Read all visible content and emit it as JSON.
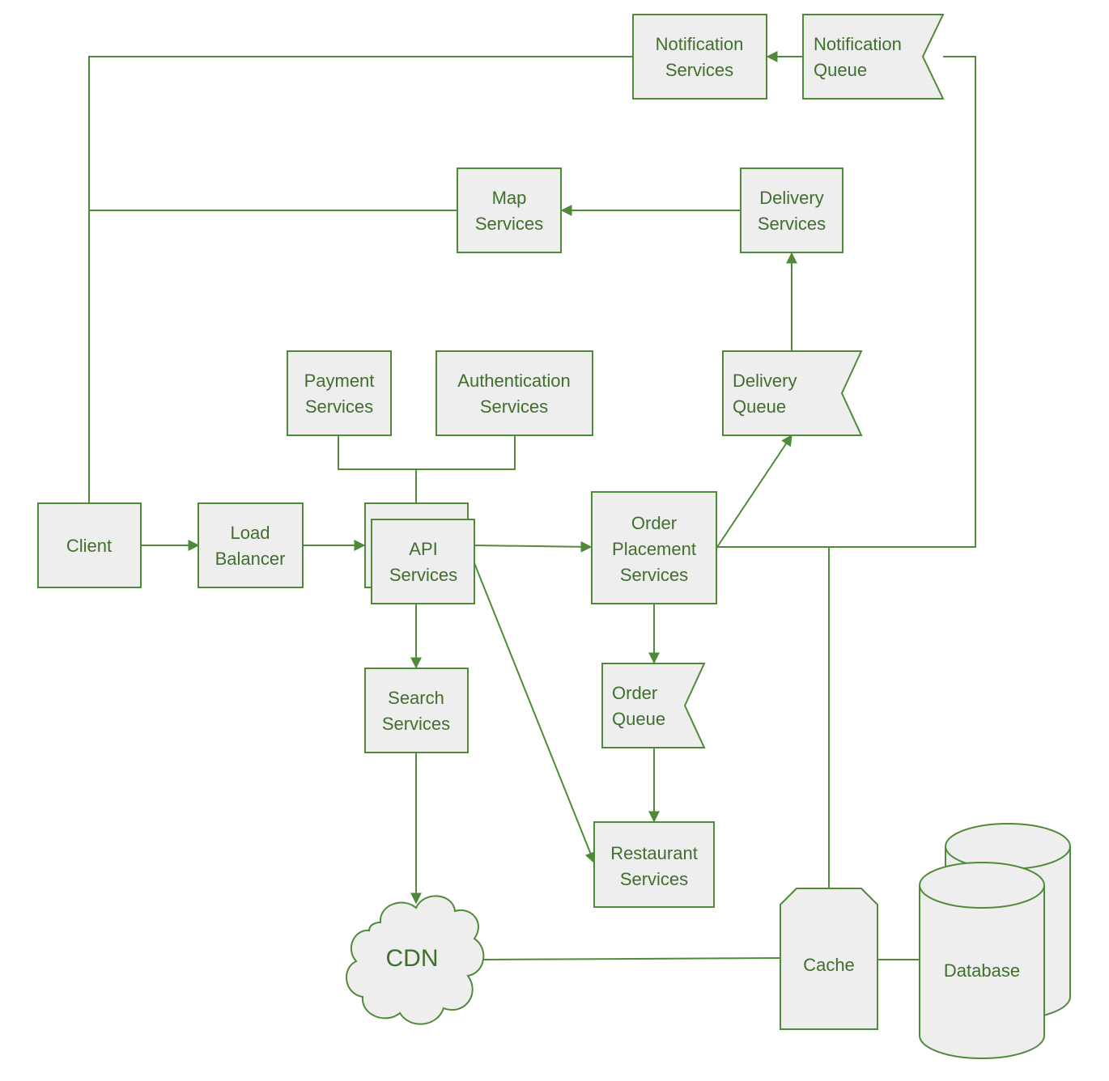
{
  "colors": {
    "stroke": "#4f8a3a",
    "fill": "#eeeeee",
    "text": "#3f6f2c"
  },
  "nodes": {
    "notification_services": {
      "lines": [
        "Notification",
        "Services"
      ]
    },
    "notification_queue": {
      "lines": [
        "Notification",
        "Queue"
      ]
    },
    "map_services": {
      "lines": [
        "Map",
        "Services"
      ]
    },
    "delivery_services": {
      "lines": [
        "Delivery",
        "Services"
      ]
    },
    "payment_services": {
      "lines": [
        "Payment",
        "Services"
      ]
    },
    "authentication_services": {
      "lines": [
        "Authentication",
        "Services"
      ]
    },
    "delivery_queue": {
      "lines": [
        "Delivery",
        "Queue"
      ]
    },
    "client": {
      "lines": [
        "Client"
      ]
    },
    "load_balancer": {
      "lines": [
        "Load",
        "Balancer"
      ]
    },
    "api_services": {
      "lines": [
        "API",
        "Services"
      ]
    },
    "order_placement_services": {
      "lines": [
        "Order",
        "Placement",
        "Services"
      ]
    },
    "search_services": {
      "lines": [
        "Search",
        "Services"
      ]
    },
    "order_queue": {
      "lines": [
        "Order",
        "Queue"
      ]
    },
    "restaurant_services": {
      "lines": [
        "Restaurant",
        "Services"
      ]
    },
    "cdn": {
      "lines": [
        "CDN"
      ]
    },
    "cache": {
      "lines": [
        "Cache"
      ]
    },
    "database": {
      "lines": [
        "Database"
      ]
    }
  }
}
